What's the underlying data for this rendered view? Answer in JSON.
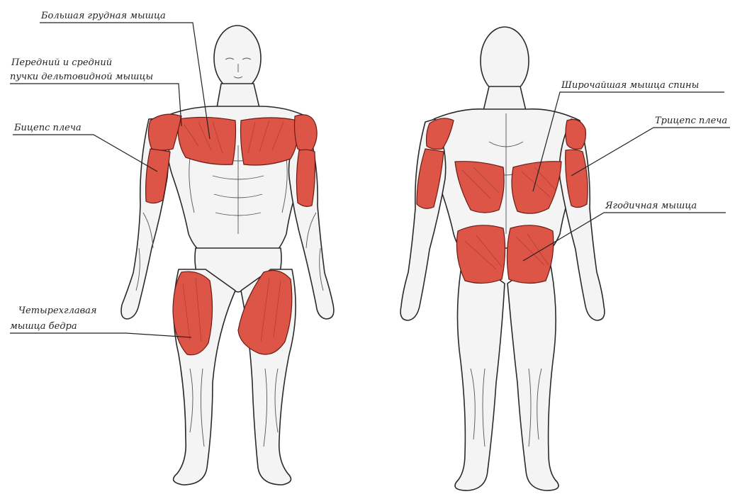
{
  "colors": {
    "muscle": "#dd5547",
    "outline": "#2a2a2a",
    "skin": "#f4f4f4",
    "label": "#222222"
  },
  "labels": {
    "pectoral": "Большая грудная мышца",
    "deltoid_line1": "Передний и средний",
    "deltoid_line2": "пучки дельтовидной мышцы",
    "biceps": "Бицепс плеча",
    "quadriceps_line1": "Четырехглавая",
    "quadriceps_line2": "мышца бедра",
    "latissimus": "Широчайшая мышца спины",
    "triceps": "Трицепс плеча",
    "gluteus": "Ягодичная мышца"
  }
}
